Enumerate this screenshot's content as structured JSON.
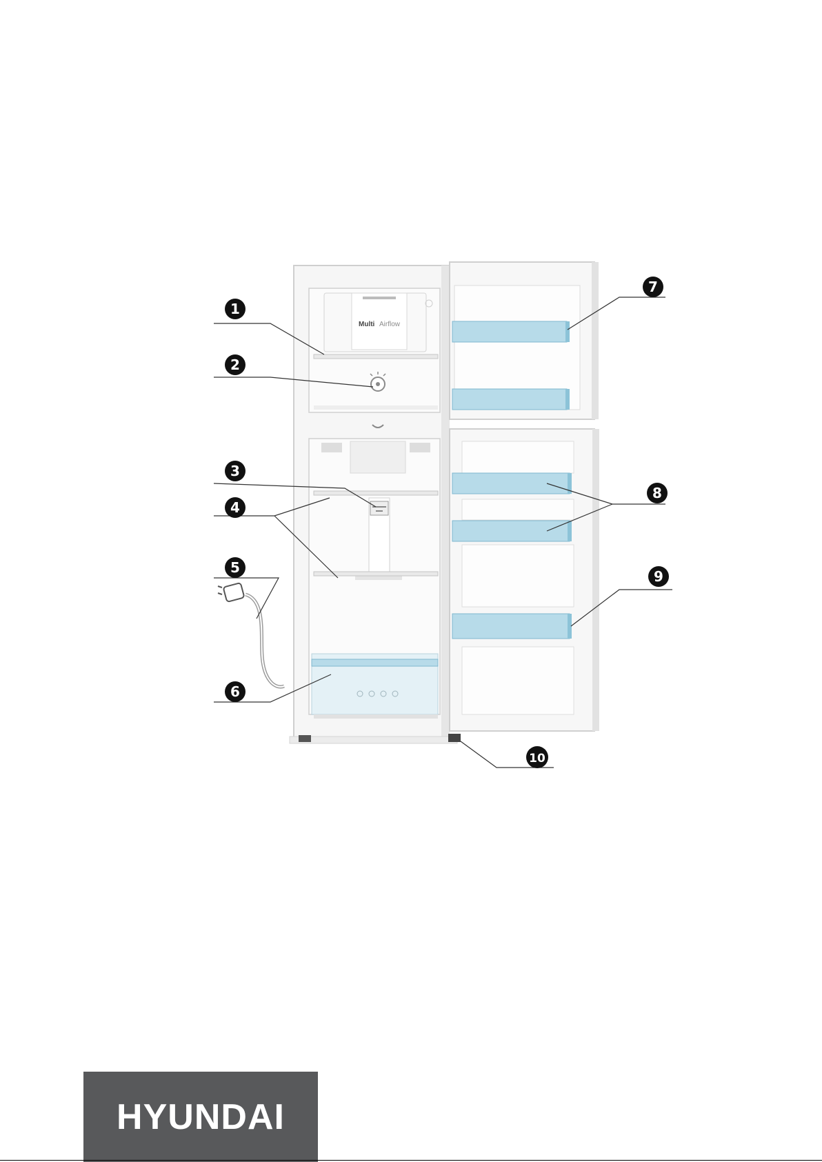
{
  "diagram": {
    "embossed_label_bold": "Multi",
    "embossed_label_light": "Airflow",
    "callouts": [
      {
        "number": "1"
      },
      {
        "number": "2"
      },
      {
        "number": "3"
      },
      {
        "number": "4"
      },
      {
        "number": "5"
      },
      {
        "number": "6"
      },
      {
        "number": "7"
      },
      {
        "number": "8"
      },
      {
        "number": "9"
      },
      {
        "number": "10"
      }
    ]
  },
  "brand": {
    "logo_text": "HYUNDAI",
    "logo_bg": "#58595b",
    "logo_fg": "#ffffff"
  },
  "colors": {
    "bin_blue": "#b7dbe9",
    "bin_edge": "#7fb7cf",
    "callout_fill": "#111111",
    "leader_line": "#333333"
  }
}
